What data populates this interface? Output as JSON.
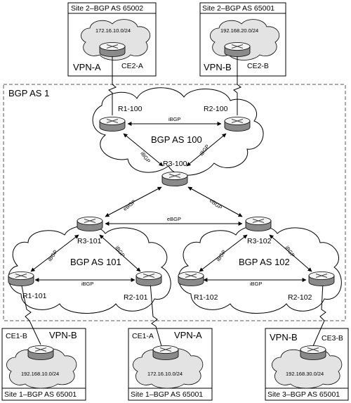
{
  "outer": {
    "label": "BGP AS 1"
  },
  "sites": {
    "top_left": {
      "label": "Site 2–BGP AS 65002",
      "vpn": "VPN-A",
      "ce": "CE2-A",
      "net": "172.16.10.0/24"
    },
    "top_right": {
      "label": "Site 2–BGP AS 65001",
      "vpn": "VPN-B",
      "ce": "CE2-B",
      "net": "192.168.20.0/24"
    },
    "bottom_left": {
      "label": "Site 1–BGP AS 65001",
      "vpn": "VPN-B",
      "ce": "CE1-B",
      "net": "192.168.10.0/24"
    },
    "bottom_mid": {
      "label": "Site 1–BGP AS 65001",
      "vpn": "VPN-A",
      "ce": "CE1-A",
      "net": "172.16.10.0/24"
    },
    "bottom_right": {
      "label": "Site 3–BGP AS 65001",
      "vpn": "VPN-B",
      "ce": "CE3-B",
      "net": "192.168.30.0/24"
    }
  },
  "clouds": {
    "as100": "BGP AS 100",
    "as101": "BGP AS 101",
    "as102": "BGP AS 102"
  },
  "routers": {
    "r1_100": "R1-100",
    "r2_100": "R2-100",
    "r3_100": "R3-100",
    "r1_101": "R1-101",
    "r2_101": "R2-101",
    "r3_101": "R3-101",
    "r1_102": "R1-102",
    "r2_102": "R2-102",
    "r3_102": "R3-102"
  },
  "links": {
    "ibgp": "iBGP",
    "ebgp": "eBGP"
  },
  "colors": {
    "router_top": "#f4f4f4",
    "router_side": "#8a8a8a",
    "cloud_fill": "#ffffff",
    "net_cloud_fill": "#e3e3e3",
    "dashed_border": "#555555"
  }
}
